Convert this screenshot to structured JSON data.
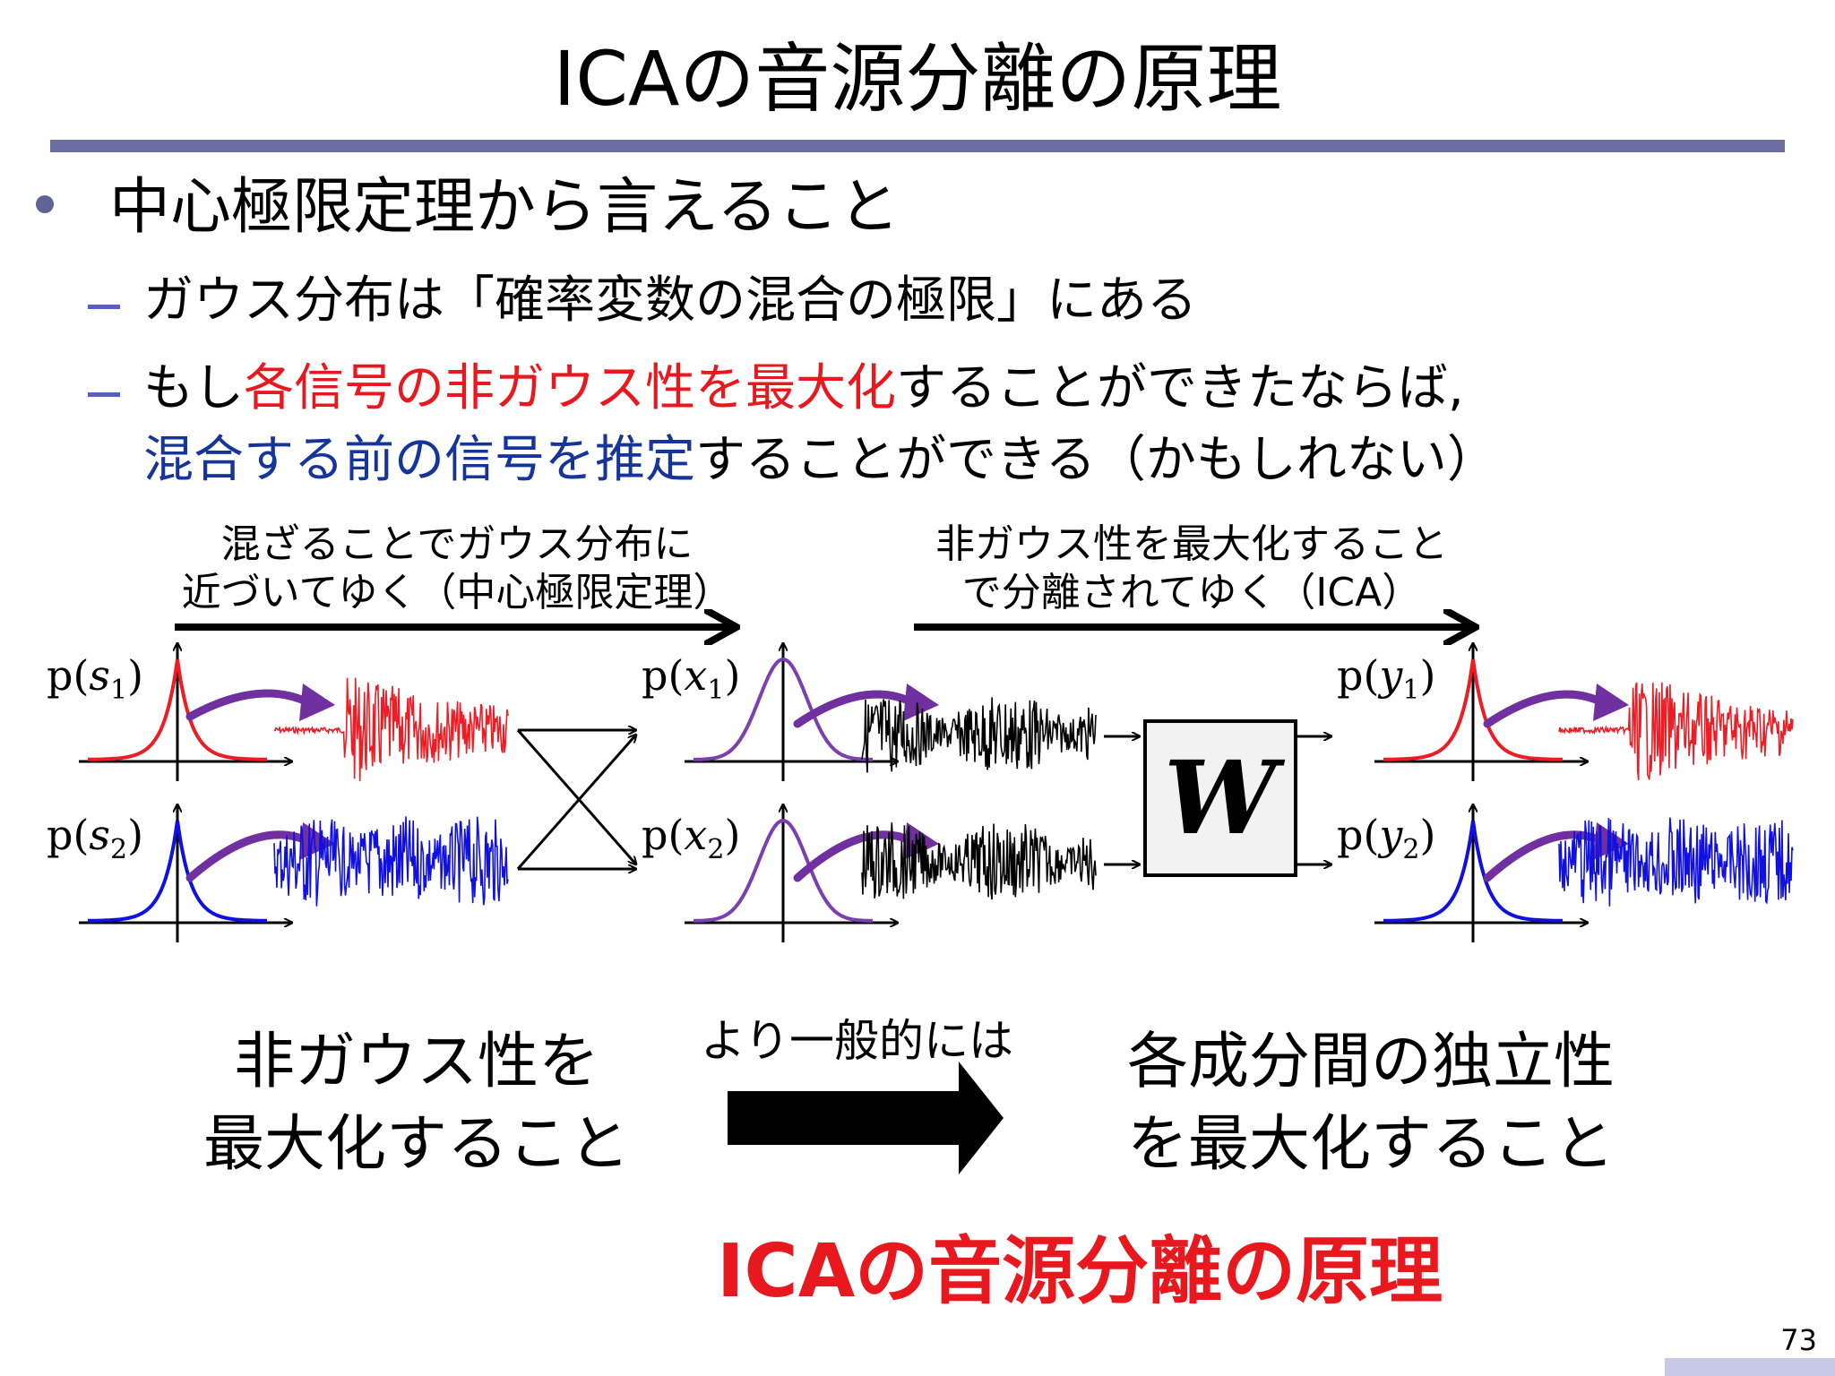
{
  "slide": {
    "title": "ICAの音源分離の原理",
    "page_number": "73"
  },
  "bullet": {
    "main": "中心極限定理から言えること",
    "sub1": "ガウス分布は「確率変数の混合の極限」にある",
    "sub2": {
      "line1_pre": "もし",
      "line1_red": "各信号の非ガウス性を最大化",
      "line1_post": "することができたならば,",
      "line2_blue": "混合する前の信号を推定",
      "line2_post": "することができる（かもしれない）"
    }
  },
  "diagram": {
    "left_caption_line1": "混ざることでガウス分布に",
    "left_caption_line2": "近づいてゆく（中心極限定理）",
    "right_caption_line1": "非ガウス性を最大化すること",
    "right_caption_line2": "で分離されてゆく（ICA）",
    "labels": {
      "s1": {
        "p": "p(",
        "var": "s",
        "sub": "1",
        "close": ")"
      },
      "s2": {
        "p": "p(",
        "var": "s",
        "sub": "2",
        "close": ")"
      },
      "x1": {
        "p": "p(",
        "var": "x",
        "sub": "1",
        "close": ")"
      },
      "x2": {
        "p": "p(",
        "var": "x",
        "sub": "2",
        "close": ")"
      },
      "y1": {
        "p": "p(",
        "var": "y",
        "sub": "1",
        "close": ")"
      },
      "y2": {
        "p": "p(",
        "var": "y",
        "sub": "2",
        "close": ")"
      }
    },
    "matrix_symbol": "W",
    "colors": {
      "red_signal": "#ee1c24",
      "blue_signal": "#1010e0",
      "mixed_signal": "#000000",
      "gaussian": "#7b3fb0",
      "arrow_purple": "#7030a0"
    }
  },
  "conclusion": {
    "left_line1": "非ガウス性を",
    "left_line2": "最大化すること",
    "arrow_label": "より一般的には",
    "right_line1": "各成分間の独立性",
    "right_line2": "を最大化すること",
    "principle": "ICAの音源分離の原理"
  }
}
